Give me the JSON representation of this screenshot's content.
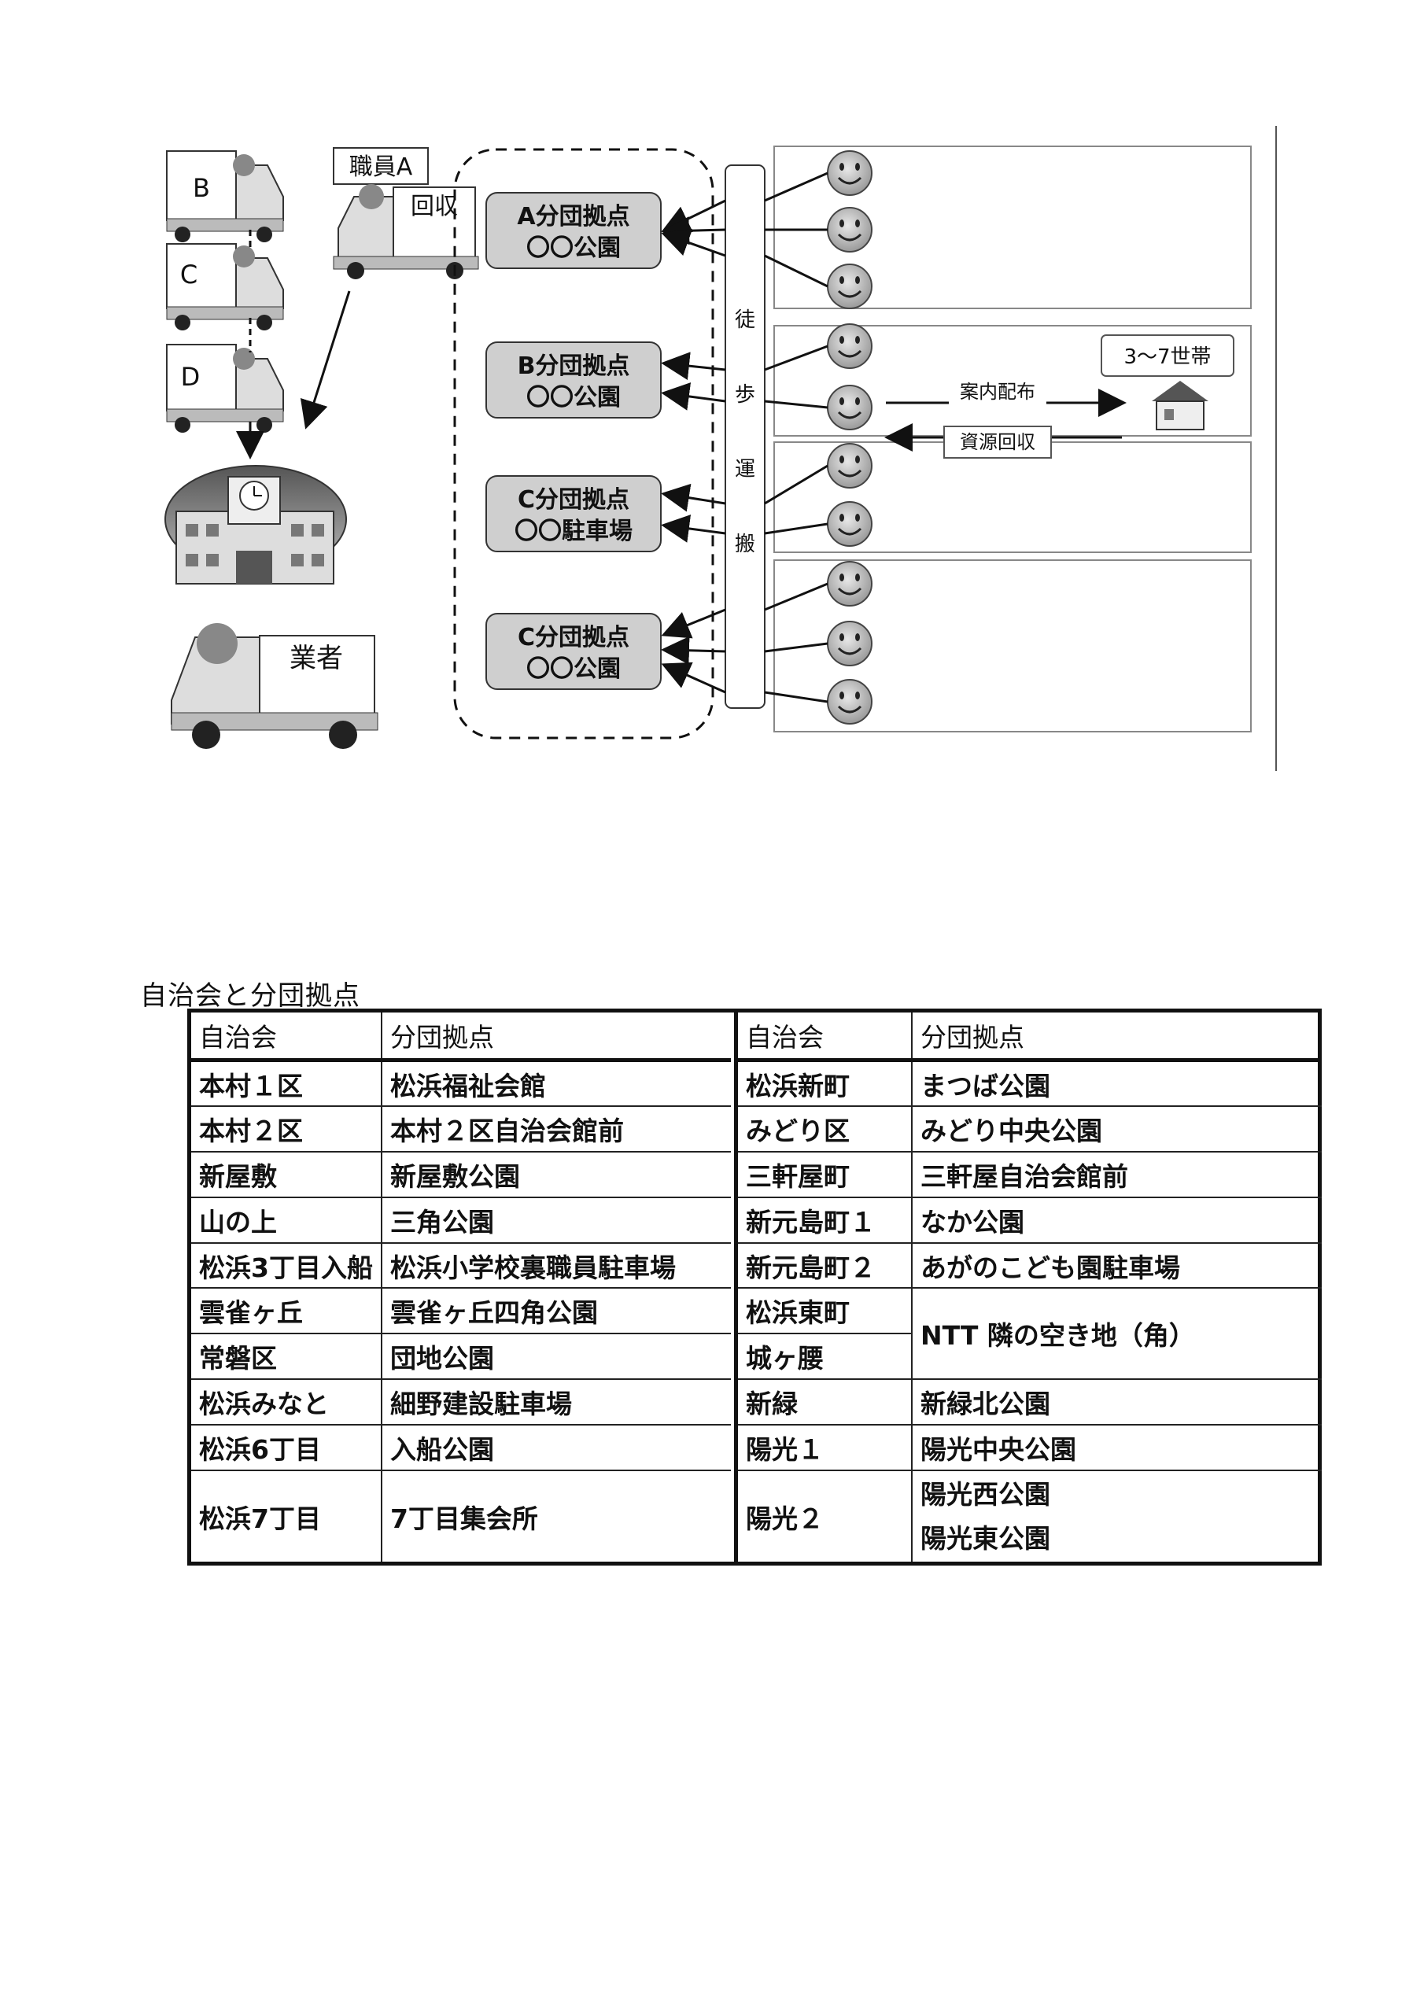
{
  "diagram": {
    "trucks": [
      {
        "label": "B"
      },
      {
        "label": "C"
      },
      {
        "label": "D"
      }
    ],
    "staff_truck": {
      "name": "職員A",
      "cargo": "回収"
    },
    "vendor_truck": {
      "cargo": "業者"
    },
    "bases": [
      {
        "line1": "A分団拠点",
        "line2": "〇〇公園"
      },
      {
        "line1": "B分団拠点",
        "line2": "〇〇公園"
      },
      {
        "line1": "C分団拠点",
        "line2": "〇〇駐車場"
      },
      {
        "line1": "C分団拠点",
        "line2": "〇〇公園"
      }
    ],
    "walk_transport": [
      "徒",
      "歩",
      "運",
      "搬"
    ],
    "households": "3〜7世帯",
    "notice": "案内配布",
    "collection": "資源回収"
  },
  "table": {
    "caption": "自治会と分団拠点",
    "headers": {
      "association": "自治会",
      "base": "分団拠点"
    },
    "left_rows": [
      {
        "association": "本村１区",
        "base": "松浜福祉会館"
      },
      {
        "association": "本村２区",
        "base": "本村２区自治会館前"
      },
      {
        "association": "新屋敷",
        "base": "新屋敷公園"
      },
      {
        "association": "山の上",
        "base": "三角公園"
      },
      {
        "association": "松浜3丁目入船",
        "base": "松浜小学校裏職員駐車場"
      },
      {
        "association": "雲雀ヶ丘",
        "base": "雲雀ヶ丘四角公園"
      },
      {
        "association": "常磐区",
        "base": "団地公園"
      },
      {
        "association": "松浜みなと",
        "base": "細野建設駐車場"
      },
      {
        "association": "松浜6丁目",
        "base": "入船公園"
      },
      {
        "association": "松浜7丁目",
        "base": "7丁目集会所"
      }
    ],
    "right_rows": [
      {
        "association": "松浜新町",
        "base": "まつば公園"
      },
      {
        "association": "みどり区",
        "base": "みどり中央公園"
      },
      {
        "association": "三軒屋町",
        "base": "三軒屋自治会館前"
      },
      {
        "association": "新元島町１",
        "base": "なか公園"
      },
      {
        "association": "新元島町２",
        "base": "あがのこども園駐車場"
      },
      {
        "association": "松浜東町",
        "base": "NTT 隣の空き地（角）"
      },
      {
        "association": "城ヶ腰",
        "base": ""
      },
      {
        "association": "新緑",
        "base": "新緑北公園"
      },
      {
        "association": "陽光１",
        "base": "陽光中央公園"
      },
      {
        "association": "陽光２",
        "base": "陽光西公園",
        "base2": "陽光東公園"
      }
    ]
  }
}
